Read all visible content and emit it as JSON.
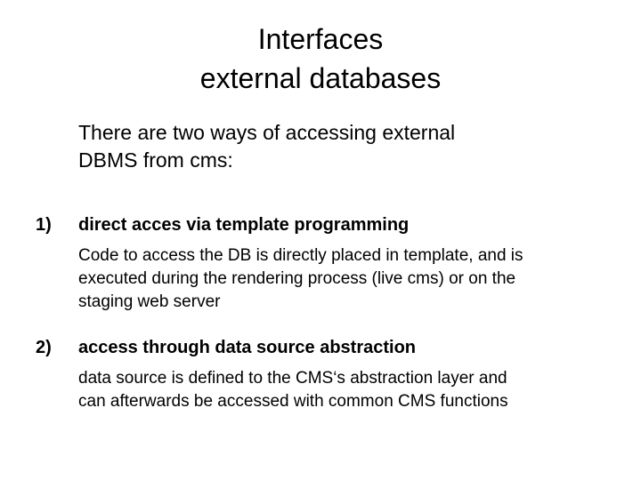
{
  "slide": {
    "background_color": "#ffffff",
    "text_color": "#000000",
    "title": {
      "line1": "Interfaces",
      "line2": "external databases"
    },
    "intro": {
      "line1": "There are two ways of accessing external",
      "line2": "DBMS from cms:"
    },
    "items": [
      {
        "number": "1)",
        "heading": "direct acces via template programming",
        "body": {
          "line1": "Code to access the DB is directly placed in template, and is",
          "line2": "executed during the rendering process (live cms) or on the",
          "line3": "staging web server"
        }
      },
      {
        "number": "2)",
        "heading": "access through data source abstraction",
        "body": {
          "line1": "data source is defined to the CMS‘s abstraction layer and",
          "line2": "can afterwards be accessed with common CMS functions",
          "line3": ""
        }
      }
    ]
  }
}
